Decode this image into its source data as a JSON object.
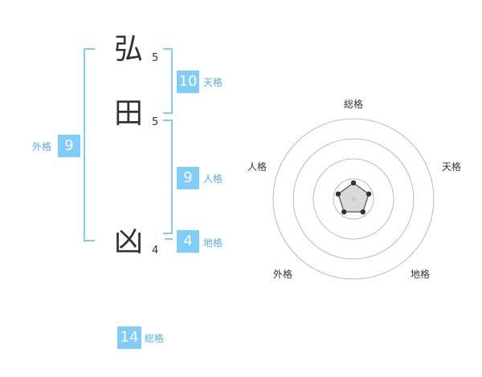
{
  "name": {
    "chars": [
      {
        "char": "弘",
        "strokes": "5"
      },
      {
        "char": "田",
        "strokes": "5"
      },
      {
        "char": "凶",
        "strokes": "4"
      }
    ]
  },
  "kakusu": {
    "tenkaku": {
      "value": "10",
      "label": "天格"
    },
    "jinkaku": {
      "value": "9",
      "label": "人格"
    },
    "chikaku": {
      "value": "4",
      "label": "地格"
    },
    "gaikaku": {
      "value": "9",
      "label": "外格"
    },
    "soukaku": {
      "value": "14",
      "label": "総格"
    }
  },
  "radar": {
    "axes": [
      "総格",
      "天格",
      "地格",
      "外格",
      "人格"
    ],
    "levels": 4,
    "scores": [
      0.2,
      0.2,
      0.2,
      0.2,
      0.2
    ],
    "colors": {
      "ring": "#aaaaaa",
      "line": "#333333",
      "fill": "#d9d9d9",
      "point": "#333333",
      "center": "#cccccc"
    }
  },
  "colors": {
    "accent": "#7fcdf8",
    "label": "#5aaee0",
    "text": "#333333"
  }
}
